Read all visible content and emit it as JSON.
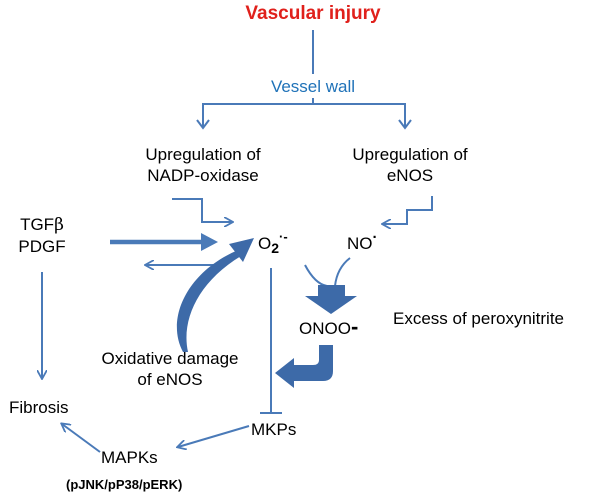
{
  "nodes": {
    "vascular_injury": "Vascular injury",
    "vessel_wall": "Vessel wall",
    "nadph_line1": "Upregulation of",
    "nadph_line2": "NADP-oxidase",
    "enos_line1": "Upregulation of",
    "enos_line2": "eNOS",
    "tgf_prefix": "TGF",
    "tgf_beta": "β",
    "pdgf": "PDGF",
    "superoxide_main": "O",
    "superoxide_sub": "2",
    "superoxide_sup": "·-",
    "no_main": "NO",
    "no_sup": "·",
    "onoo_main": "ONOO",
    "onoo_charge": "-",
    "excess": "Excess of peroxynitrite",
    "oxidative_line1": "Oxidative damage",
    "oxidative_line2": "of eNOS",
    "fibrosis": "Fibrosis",
    "mkps": "MKPs",
    "mapks": "MAPKs",
    "mapks_detail": "(pJNK/pP38/pERK)"
  },
  "colors": {
    "title": "#e0201b",
    "vessel_wall": "#1f72b8",
    "arrow": "#4a7ab8",
    "thick_arrow": "#3d6aa8",
    "text": "#000000"
  }
}
